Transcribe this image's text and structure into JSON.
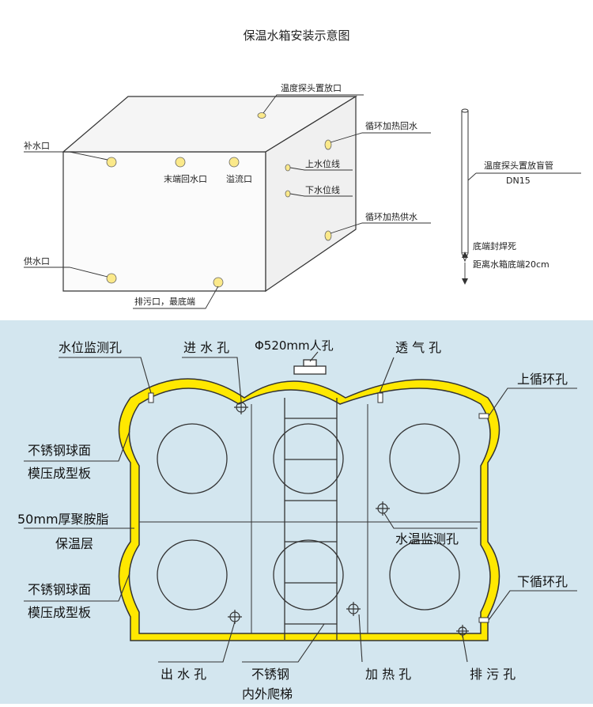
{
  "top": {
    "title": "保温水箱安装示意图",
    "labels": {
      "temp_probe_port": "温度探头置放口",
      "recirc_heat_return": "循环加热回水",
      "makeup_water": "补水口",
      "end_return": "末端回水口",
      "overflow": "溢流口",
      "upper_level": "上水位线",
      "lower_level": "下水位线",
      "recirc_heat_supply": "循环加热供水",
      "supply_water": "供水口",
      "drain_bottom": "排污口，最底端",
      "probe_blind_pipe": "温度探头置放盲管",
      "dn15": "DN15",
      "bottom_welded": "底端封焊死",
      "distance_note": "距离水箱底端20cm"
    }
  },
  "bottom": {
    "labels": {
      "level_monitor": "水位监测孔",
      "inlet": "进 水 孔",
      "manhole": "Φ520mm人孔",
      "vent": "透 气 孔",
      "upper_circ": "上循环孔",
      "ss_panel_1a": "不锈钢球面",
      "ss_panel_1b": "模压成型板",
      "insulation_a": "50mm厚聚胺脂",
      "insulation_b": "保温层",
      "water_temp": "水温监测孔",
      "ss_panel_2a": "不锈钢球面",
      "ss_panel_2b": "模压成型板",
      "lower_circ": "下循环孔",
      "outlet": "出 水 孔",
      "ladder_a": "不锈钢",
      "ladder_b": "内外爬梯",
      "heating": "加 热 孔",
      "drain": "排 污 孔"
    }
  },
  "colors": {
    "bottom_background": "#d3e6ef",
    "insulation_yellow": "#ffe800",
    "port_yellow": "#fbe98a",
    "line": "#222222"
  }
}
